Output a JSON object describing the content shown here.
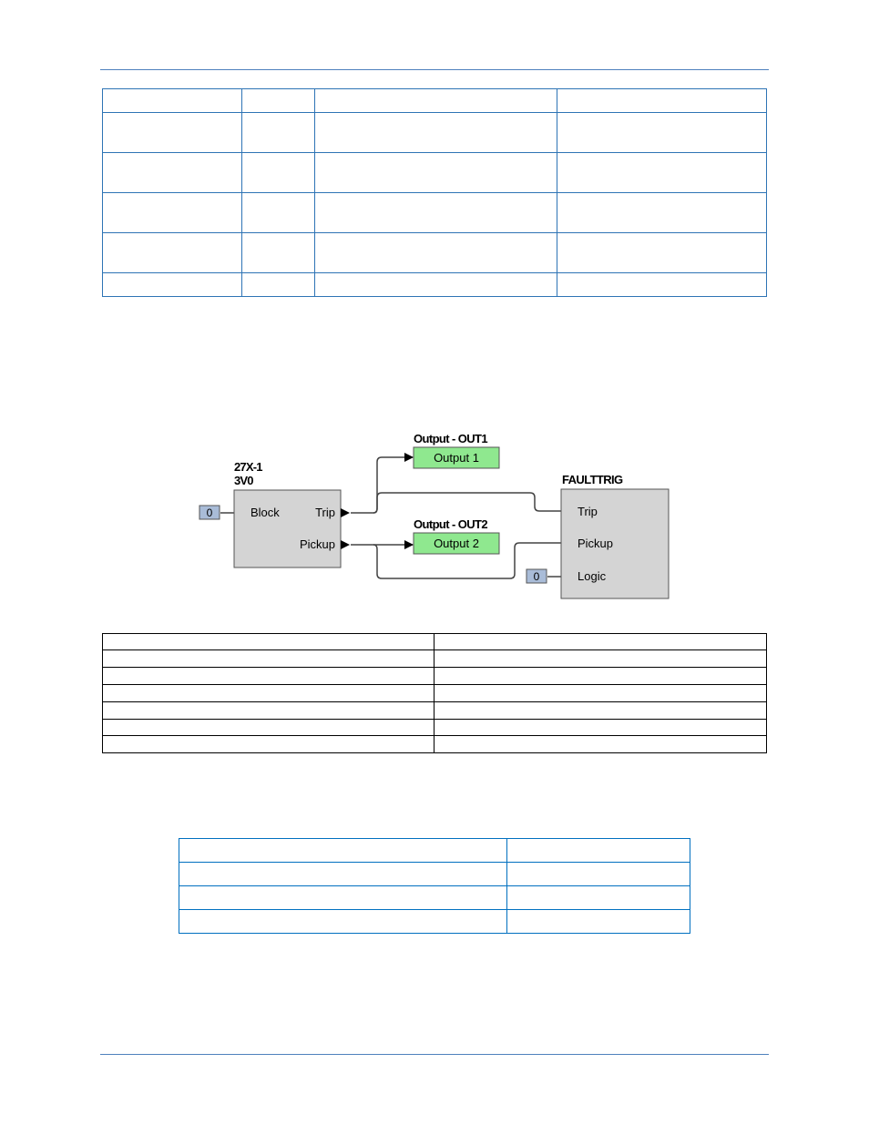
{
  "diagram": {
    "block1": {
      "title_line1": "27X-1",
      "title_line2": "3V0",
      "inputs": [
        "Block"
      ],
      "outputs": [
        "Trip",
        "Pickup"
      ],
      "block_input_value": "0"
    },
    "out1": {
      "title": "Output - OUT1",
      "label": "Output 1"
    },
    "out2": {
      "title": "Output - OUT2",
      "label": "Output 2"
    },
    "faulttrig": {
      "title": "FAULTTRIG",
      "inputs": [
        "Trip",
        "Pickup",
        "Logic"
      ],
      "logic_input_value": "0"
    },
    "colors": {
      "block": "#d4d4d4",
      "output": "#8fe88f",
      "const": "#a9bcd8"
    }
  }
}
